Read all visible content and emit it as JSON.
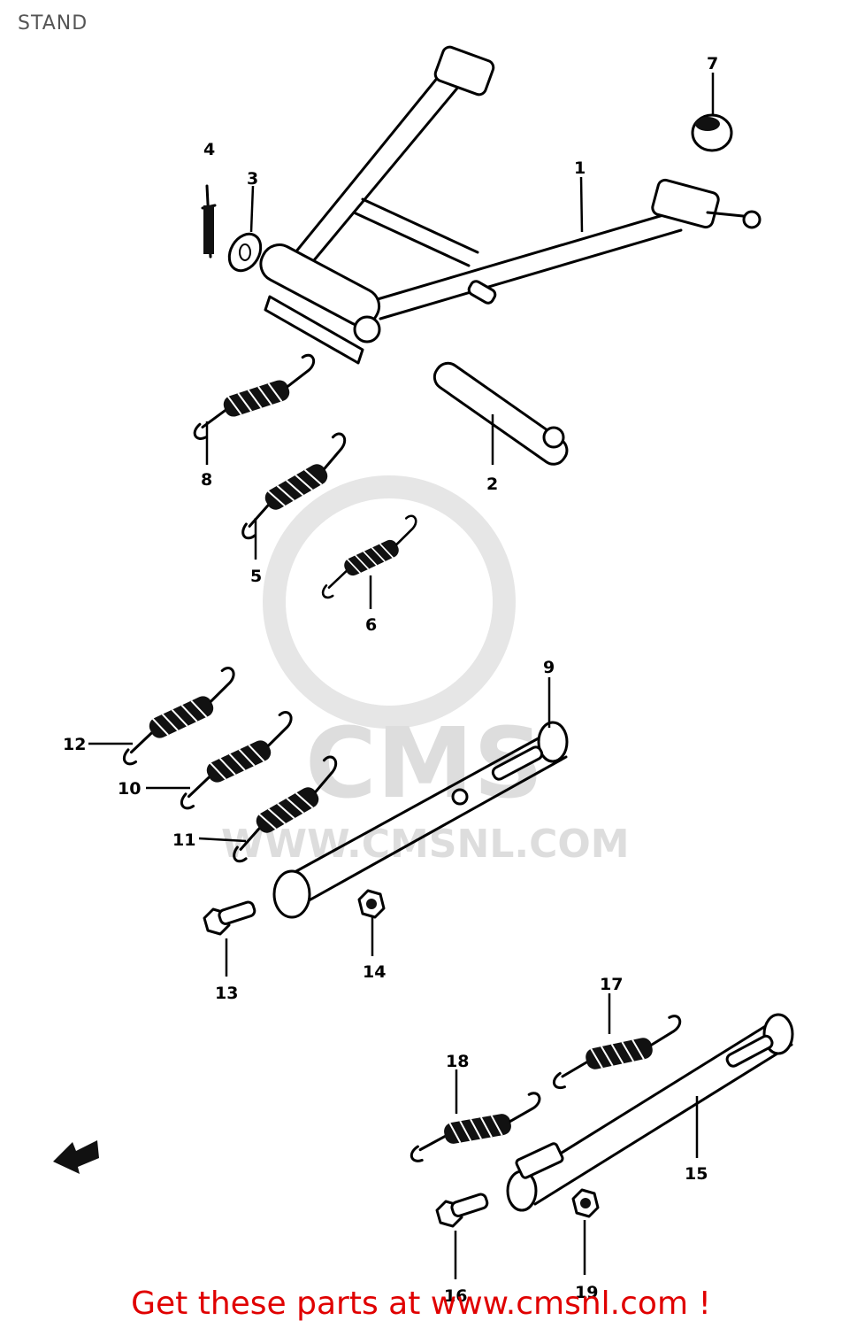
{
  "header": {
    "title": "STAND"
  },
  "watermark": {
    "logo_text": "CMS",
    "site_text": "WWW.CMSNL.COM"
  },
  "callouts": [
    {
      "label": "1"
    },
    {
      "label": "2"
    },
    {
      "label": "3"
    },
    {
      "label": "4"
    },
    {
      "label": "5"
    },
    {
      "label": "6"
    },
    {
      "label": "7"
    },
    {
      "label": "8"
    },
    {
      "label": "9"
    },
    {
      "label": "10"
    },
    {
      "label": "11"
    },
    {
      "label": "12"
    },
    {
      "label": "13"
    },
    {
      "label": "14"
    },
    {
      "label": "15"
    },
    {
      "label": "16"
    },
    {
      "label": "17"
    },
    {
      "label": "18"
    },
    {
      "label": "19"
    }
  ],
  "footer": {
    "cta_text": "Get these parts at www.cmsnl.com !",
    "cta_color": "#e00000"
  }
}
